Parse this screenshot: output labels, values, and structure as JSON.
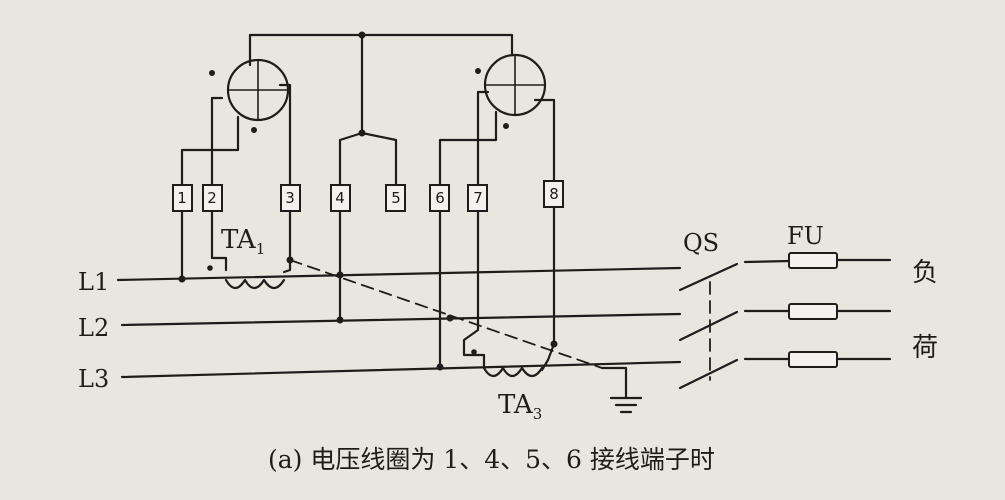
{
  "terminals": [
    "1",
    "2",
    "3",
    "4",
    "5",
    "6",
    "7",
    "8"
  ],
  "lines": [
    "L1",
    "L2",
    "L3"
  ],
  "labels": {
    "ta1": "TA",
    "ta1_sub": "1",
    "ta3": "TA",
    "ta3_sub": "3",
    "qs": "QS",
    "fu": "FU",
    "load_top": "负",
    "load_bottom": "荷"
  },
  "caption": "(a) 电压线圈为 1、4、5、6 接线端子时"
}
